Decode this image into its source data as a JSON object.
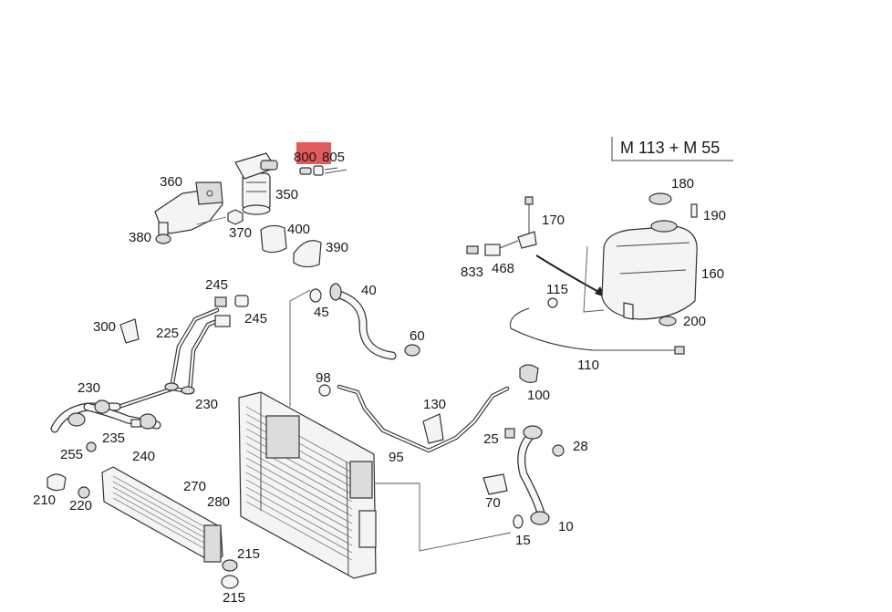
{
  "engine_label": "M 113 + M 55",
  "highlight_color": "#e25a5a",
  "parts": {
    "p360": "360",
    "p380": "380",
    "p370": "370",
    "p350": "350",
    "p800": "800",
    "p805": "805",
    "p400": "400",
    "p390": "390",
    "p245a": "245",
    "p245b": "245",
    "p300": "300",
    "p225": "225",
    "p230a": "230",
    "p230b": "230",
    "p235": "235",
    "p240": "240",
    "p255": "255",
    "p210": "210",
    "p220": "220",
    "p270": "270",
    "p280": "280",
    "p215a": "215",
    "p215b": "215",
    "p45": "45",
    "p40": "40",
    "p60": "60",
    "p98": "98",
    "p130": "130",
    "p95": "95",
    "p25": "25",
    "p28": "28",
    "p70": "70",
    "p10": "10",
    "p15": "15",
    "p100": "100",
    "p110": "110",
    "p115": "115",
    "p833": "833",
    "p468": "468",
    "p170": "170",
    "p180": "180",
    "p190": "190",
    "p160": "160",
    "p200": "200"
  },
  "icons": [
    "radiator",
    "expansion-tank",
    "electric-pump",
    "hose",
    "clamp",
    "cap"
  ]
}
